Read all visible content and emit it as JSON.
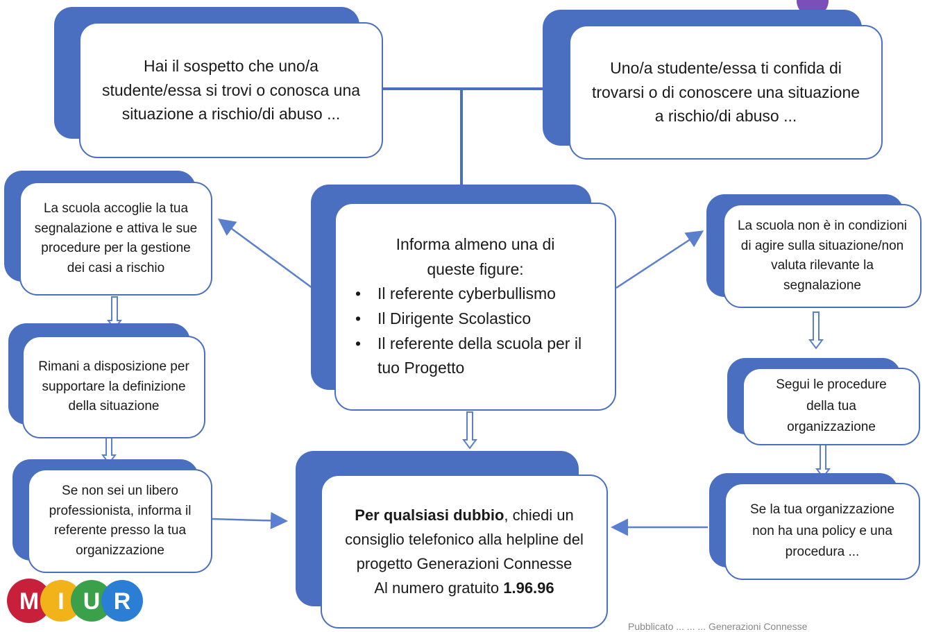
{
  "boxes": {
    "top_left": "Hai il sospetto che uno/a studente/essa si trovi o conosca una situazione a rischio/di abuso ...",
    "top_right": "Uno/a studente/essa ti confida di trovarsi o di conoscere una situazione a rischio/di abuso ...",
    "center": {
      "intro": "Informa almeno una di queste figure:",
      "items": [
        "Il referente cyberbullismo",
        "Il Dirigente Scolastico",
        "Il referente della scuola per il tuo Progetto"
      ]
    },
    "left_1": "La scuola accoglie la tua segnalazione e attiva le sue procedure per la gestione dei casi a rischio",
    "left_2": "Rimani a disposizione per supportare la definizione della situazione",
    "left_3": "Se non sei un libero professionista, informa il referente presso la tua organizzazione",
    "right_1": "La scuola non è in condizioni di agire sulla situazione/non valuta rilevante la segnalazione",
    "right_2": "Segui le procedure della tua organizzazione",
    "right_3": "Se la tua organizzazione non ha una policy e una procedura ...",
    "bottom": {
      "bold_lead": "Per qualsiasi dubbio",
      "text_1": ", chiedi un consiglio telefonico alla helpline  del progetto Generazioni Connesse",
      "text_2": "Al numero gratuito ",
      "phone": "1.96.96"
    }
  },
  "logo": {
    "letters": [
      "M",
      "I",
      "U",
      "R"
    ],
    "colors": [
      "#c8203a",
      "#f2b21a",
      "#3aa14a",
      "#2a7fd4"
    ]
  },
  "footer_text": "Pubblicato ... ... ... Generazioni Connesse",
  "colors": {
    "accent": "#4a6fc0",
    "arrow": "#5b7fcf"
  }
}
